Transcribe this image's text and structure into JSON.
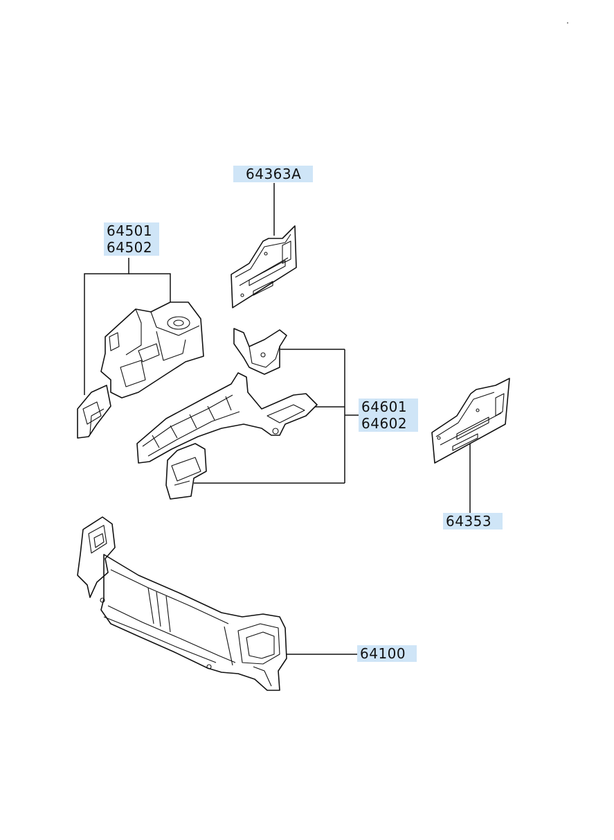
{
  "labels": {
    "p64363a": "64363A",
    "p64501": "64501",
    "p64502": "64502",
    "p64601": "64601",
    "p64602": "64602",
    "p64353": "64353",
    "p64100": "64100"
  },
  "colors": {
    "label_highlight": "#cfe5f7",
    "line": "#111111",
    "background": "#ffffff"
  }
}
